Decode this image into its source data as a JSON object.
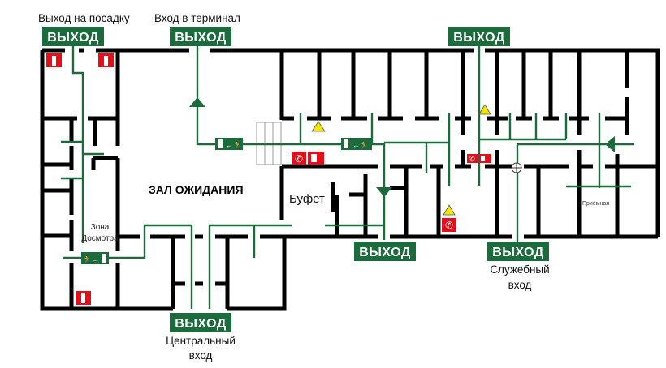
{
  "colors": {
    "exit_green": "#1c6b3d",
    "fire_red": "#e3101b",
    "warning_yellow": "#f5e600",
    "wall": "#000000"
  },
  "exits": [
    {
      "sign": "ВЫХОД",
      "caption": "Выход на посадку"
    },
    {
      "sign": "ВЫХОД",
      "caption": "Вход в терминал"
    },
    {
      "sign": "ВЫХОД",
      "caption": ""
    },
    {
      "sign": "ВЫХОД",
      "caption": ""
    },
    {
      "sign": "ВЫХОД",
      "caption_lines": [
        "Служебный",
        "вход"
      ]
    },
    {
      "sign": "ВЫХОД",
      "caption_lines": [
        "Центральный",
        "вход"
      ]
    }
  ],
  "rooms": {
    "waiting_hall": "ЗАЛ ОЖИДАНИЯ",
    "buffet": "Буфет",
    "security_zone": [
      "Зона",
      "Досмотра"
    ],
    "reception": "Приёмная"
  },
  "icons": [
    "fire-extinguisher-icon",
    "phone-icon",
    "fire-alarm-icon",
    "warning-icon",
    "emergency-exit-icon",
    "manual-call-point-icon"
  ]
}
